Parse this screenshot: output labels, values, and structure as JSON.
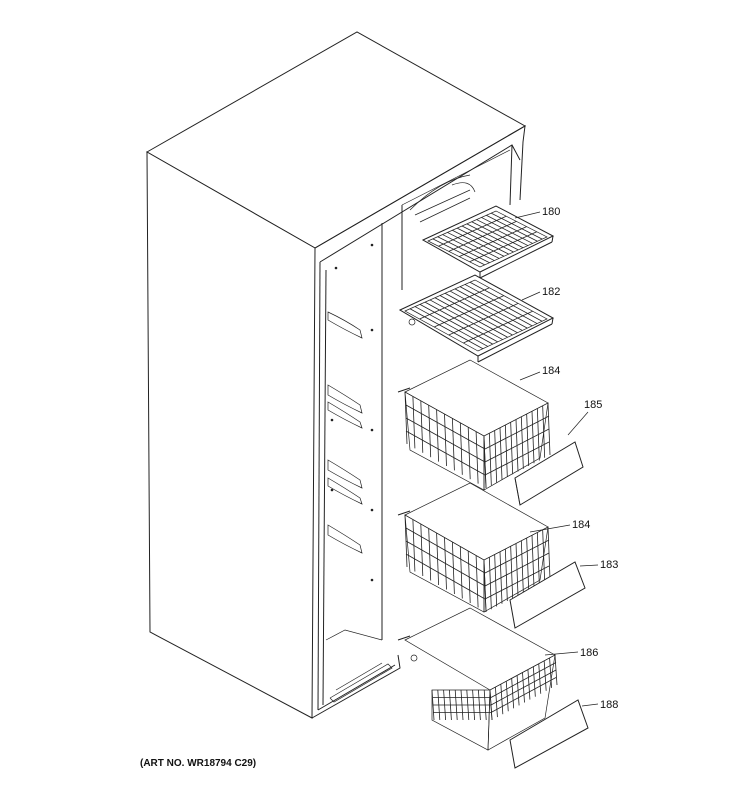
{
  "diagram": {
    "parts": [
      {
        "number": "180"
      },
      {
        "number": "182"
      },
      {
        "number": "184"
      },
      {
        "number": "185"
      },
      {
        "number": "184"
      },
      {
        "number": "183"
      },
      {
        "number": "186"
      },
      {
        "number": "188"
      }
    ],
    "art_number": "(ART NO. WR18794 C29)"
  }
}
